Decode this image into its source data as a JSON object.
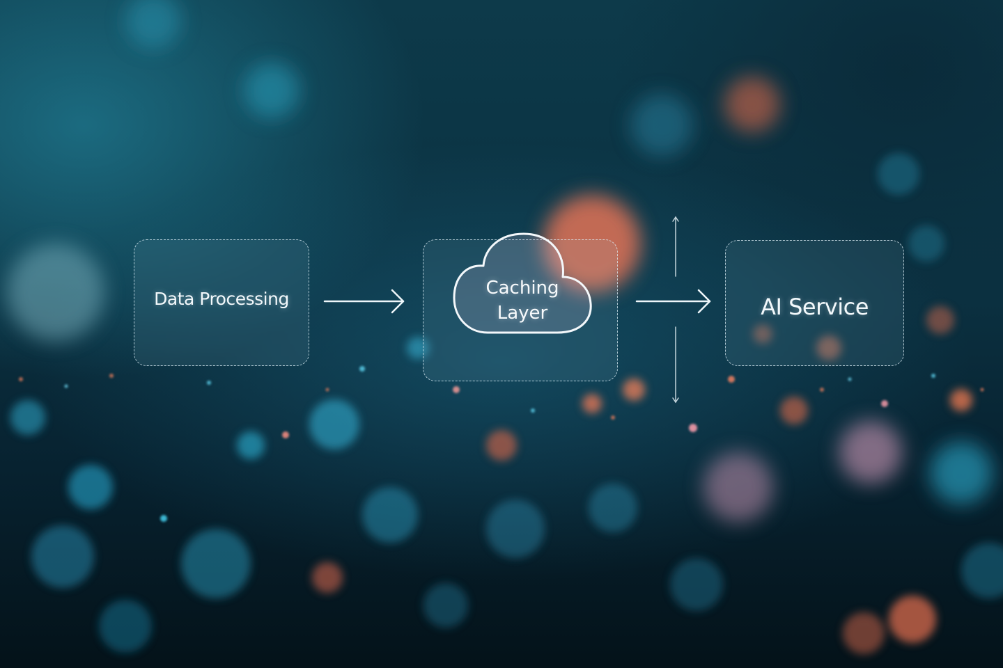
{
  "diagram": {
    "nodes": [
      {
        "id": "data-processing",
        "label": "Data Processing"
      },
      {
        "id": "caching-layer",
        "label_line1": "Caching",
        "label_line2": "Layer",
        "icon": "cloud-icon"
      },
      {
        "id": "ai-service",
        "label": "AI Service"
      }
    ],
    "edges": [
      {
        "from": "data-processing",
        "to": "caching-layer"
      },
      {
        "from": "caching-layer",
        "to": "ai-service"
      }
    ]
  },
  "colors": {
    "background_dark": "#06141c",
    "background_teal": "#0d3a4a",
    "bokeh_cyan": "#2fb4d4",
    "bokeh_orange": "#e36a4a",
    "bokeh_pink": "#c98aa6",
    "line": "#e8f3f8"
  }
}
